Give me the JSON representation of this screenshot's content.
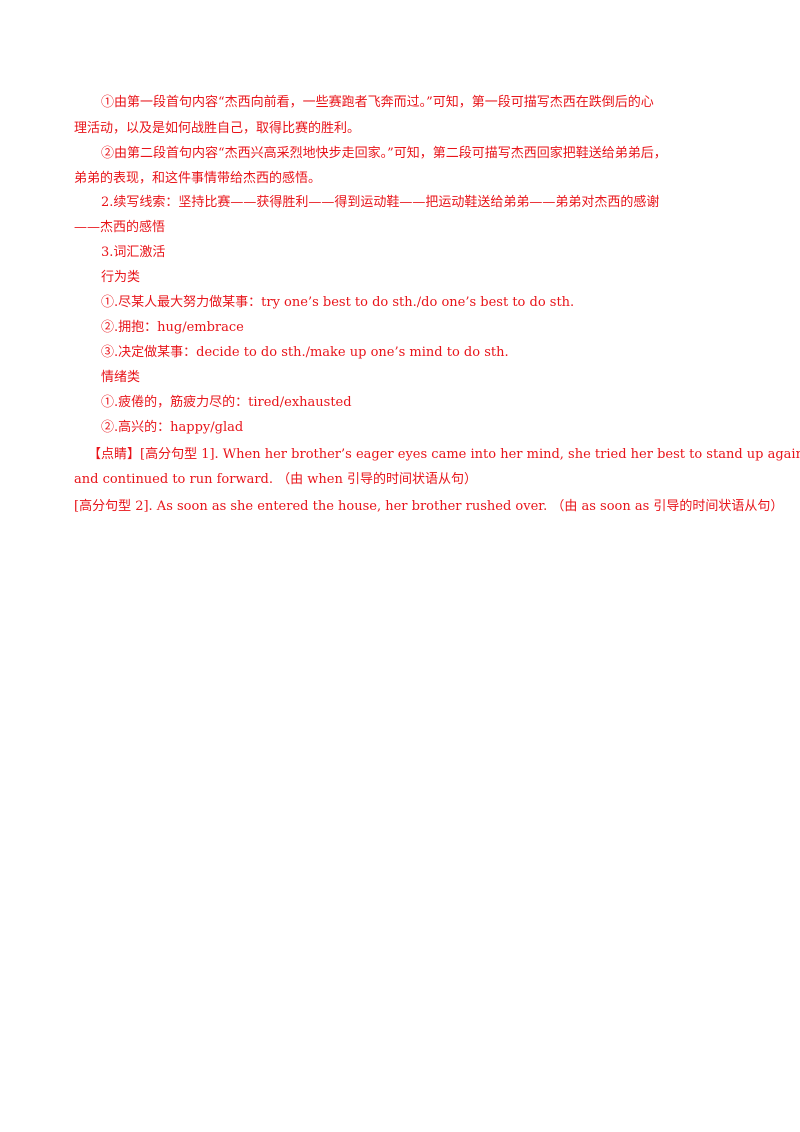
{
  "doc": {
    "p1_l1": "①由第一段首句内容“杰西向前看，一些赛跑者飞奔而过。”可知，第一段可描写杰西在跌倒后的心",
    "p1_l2": "理活动，以及是如何战胜自己，取得比赛的胜利。",
    "p2_l1": "②由第二段首句内容“杰西兴高采烈地快步走回家。”可知，第二段可描写杰西回家把鞋送给弟弟后，",
    "p2_l2": "弟弟的表现，和这件事情带给杰西的感悟。",
    "clue_l1": "2.续写线索：坚持比赛——获得胜利——得到运动鞋——把运动鞋送给弟弟——弟弟对杰西的感谢",
    "clue_l2": "——杰西的感悟",
    "vocab_title": "3.词汇激活",
    "action_title": "行为类",
    "action_1": "①.尽某人最大努力做某事：try one’s best to do sth./do one’s best to do sth.",
    "action_2": "②.拥抱：hug/embrace",
    "action_3": "③.决定做某事：decide to do sth./make up one’s mind to do sth.",
    "emotion_title": "情绪类",
    "emotion_1": "①.疲倦的，筋疲力尽的：tired/exhausted",
    "emotion_2": "②.高兴的：happy/glad",
    "s1_l1": "【点睛】[高分句型 1]. When her brother’s eager eyes came into her mind, she tried her best to stand up again",
    "s1_l2": "and continued to run forward. （由 when 引导的时间状语从句）",
    "s2_l1": "[高分句型 2]. As soon as she entered the house, her brother rushed over. （由 as soon as 引导的时间状语从句）"
  }
}
